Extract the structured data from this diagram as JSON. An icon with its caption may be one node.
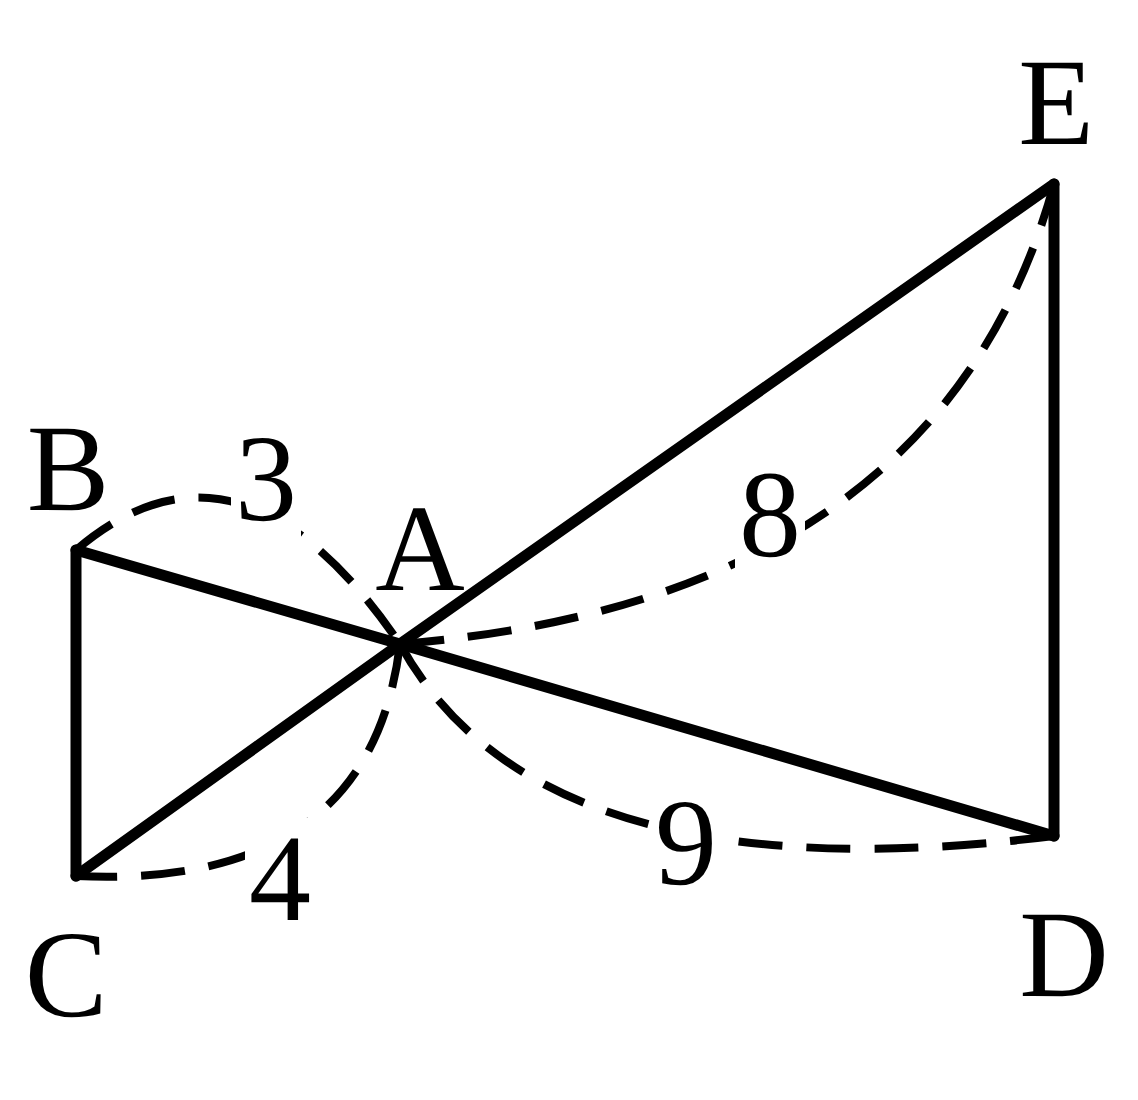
{
  "diagram": {
    "nodes": [
      {
        "text": [
          "E"
        ]
      },
      {
        "text": [
          "B"
        ]
      },
      {
        "text": [
          "A"
        ]
      },
      {
        "text": [
          "C"
        ]
      },
      {
        "text": [
          "D"
        ]
      }
    ],
    "edges": [
      {
        "from": 1,
        "to": 2,
        "arrow": "none"
      },
      {
        "from": 2,
        "to": 4,
        "arrow": "none"
      },
      {
        "from": 3,
        "to": 2,
        "arrow": "none"
      },
      {
        "from": 2,
        "to": 0,
        "arrow": "none"
      },
      {
        "from": 1,
        "to": 3,
        "arrow": "none"
      },
      {
        "from": 0,
        "to": 4,
        "arrow": "none"
      },
      {
        "from": 1,
        "to": 2,
        "arrow": "none",
        "style": "dashed",
        "label": "3"
      },
      {
        "from": 2,
        "to": 0,
        "arrow": "none",
        "style": "dashed",
        "label": "8"
      },
      {
        "from": 2,
        "to": 3,
        "arrow": "none",
        "style": "dashed",
        "label": "4"
      },
      {
        "from": 2,
        "to": 4,
        "arrow": "none",
        "style": "dashed",
        "label": "9"
      }
    ]
  }
}
